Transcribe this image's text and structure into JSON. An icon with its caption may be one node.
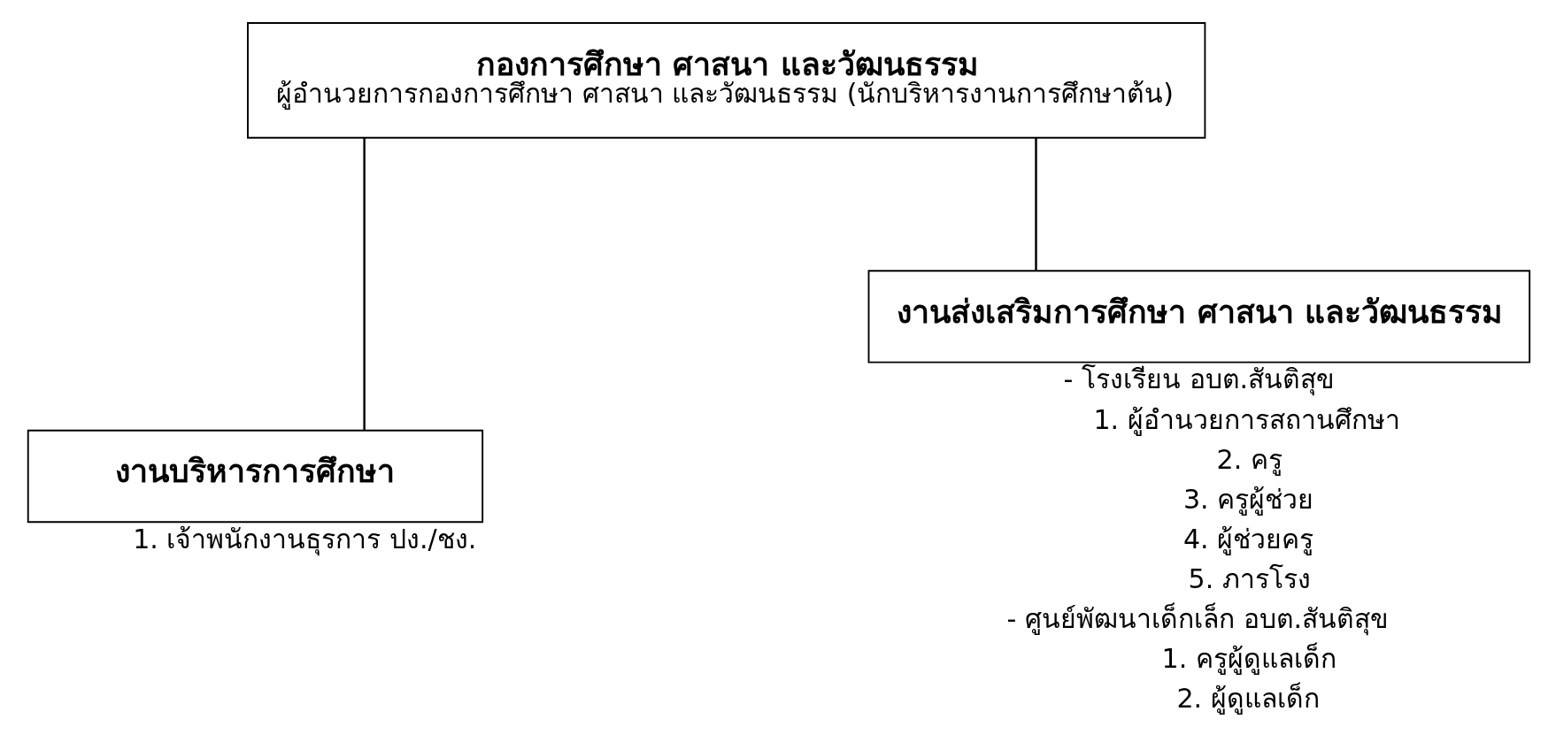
{
  "diagram": {
    "nodes": [
      {
        "text": [
          "กองการศึกษา ศาสนา และวัฒนธรรม",
          "ผู้อำนวยการกองการศึกษา ศาสนา และวัฒนธรรม (นักบริหารงานการศึกษาต้น)"
        ]
      },
      {
        "text": [
          "งานบริหารการศึกษา"
        ],
        "beside": [
          "1. เจ้าพนักงานธุรการ ปง./ชง."
        ]
      },
      {
        "text": [
          "งานส่งเสริมการศึกษา ศาสนา และวัฒนธรรม"
        ],
        "beside": [
          "- โรงเรียน อบต.สันติสุข",
          "1. ผู้อำนวยการสถานศึกษา",
          "2. ครู",
          "3. ครูผู้ช่วย",
          "4. ผู้ช่วยครู",
          "5. ภารโรง",
          "- ศูนย์พัฒนาเด็กเล็ก อบต.สันติสุข",
          "1. ครูผู้ดูแลเด็ก",
          "2. ผู้ดูแลเด็ก"
        ]
      }
    ],
    "edges": [
      {
        "from": 0,
        "to": 1,
        "arrow": "none"
      },
      {
        "from": 0,
        "to": 2,
        "arrow": "none"
      }
    ]
  }
}
